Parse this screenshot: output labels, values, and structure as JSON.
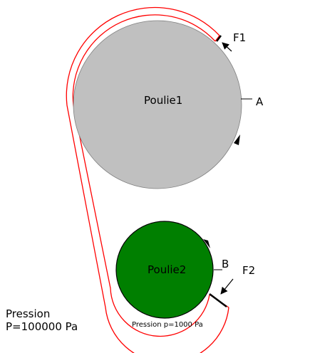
{
  "diagram": {
    "pulley1_label": "Poulie1",
    "pulley2_label": "Poulie2",
    "point_a_label": "A",
    "point_b_label": "B",
    "force1_label": "F1",
    "force2_label": "F2",
    "pressure_title": "Pression",
    "pressure_value": "P=100000 Pa",
    "inner_pressure_label": "Pression p=1000 Pa"
  },
  "colors": {
    "pulley1_fill": "#c0c0c0",
    "pulley2_fill": "#007f00",
    "belt": "#ff0000",
    "outline": "#000000"
  }
}
